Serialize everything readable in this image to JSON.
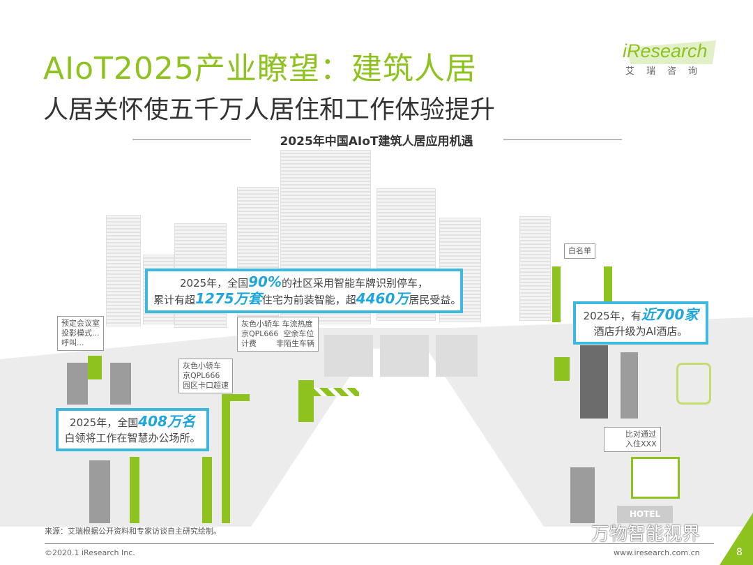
{
  "header": {
    "title": "AIoT2025产业瞭望：建筑人居",
    "subtitle": "人居关怀使五千万人居住和工作体验提升",
    "section_title": "2025年中国AIoT建筑人居应用机遇"
  },
  "logo": {
    "word": "iResearch",
    "cn": "艾瑞咨询"
  },
  "colors": {
    "accent_green": "#8dc21f",
    "callout_blue": "#3cb9dc",
    "highlight_blue": "#1fa6dc"
  },
  "callouts": {
    "community": {
      "l1a": "2025年，全国",
      "l1b": "90%",
      "l1c": "的社区采用智能车牌识别停车，",
      "l2a": "累计有超",
      "l2b": "1275万套",
      "l2c": "住宅为前装智能，超",
      "l2d": "4460万",
      "l2e": "居民受益。"
    },
    "office": {
      "l1a": "2025年，全国",
      "l1b": "408万名",
      "l2": "白领将工作在智慧办公场所。"
    },
    "hotel": {
      "l1a": "2025年，有",
      "l1b": "近700家",
      "l2": "酒店升级为AI酒店。"
    }
  },
  "bubbles": {
    "meeting": "预定会议室\n投影模式...\n呼叫...",
    "parking": "灰色小轿车 车流热度\n京QPL666  空余车位\n计费        非陌生车辆",
    "speeding": "灰色小轿车\n京QPL666\n园区卡口超速",
    "whitelist": "白名单",
    "checkin": "比对通过\n入住XXX",
    "hotel_sign": "HOTEL"
  },
  "footer": {
    "source": "来源：艾瑞根据公开资料和专家访谈自主研究绘制。",
    "copyright": "©2020.1 iResearch Inc.",
    "website": "www.iresearch.com.cn",
    "page": "8",
    "watermark": "万物智能视界"
  }
}
